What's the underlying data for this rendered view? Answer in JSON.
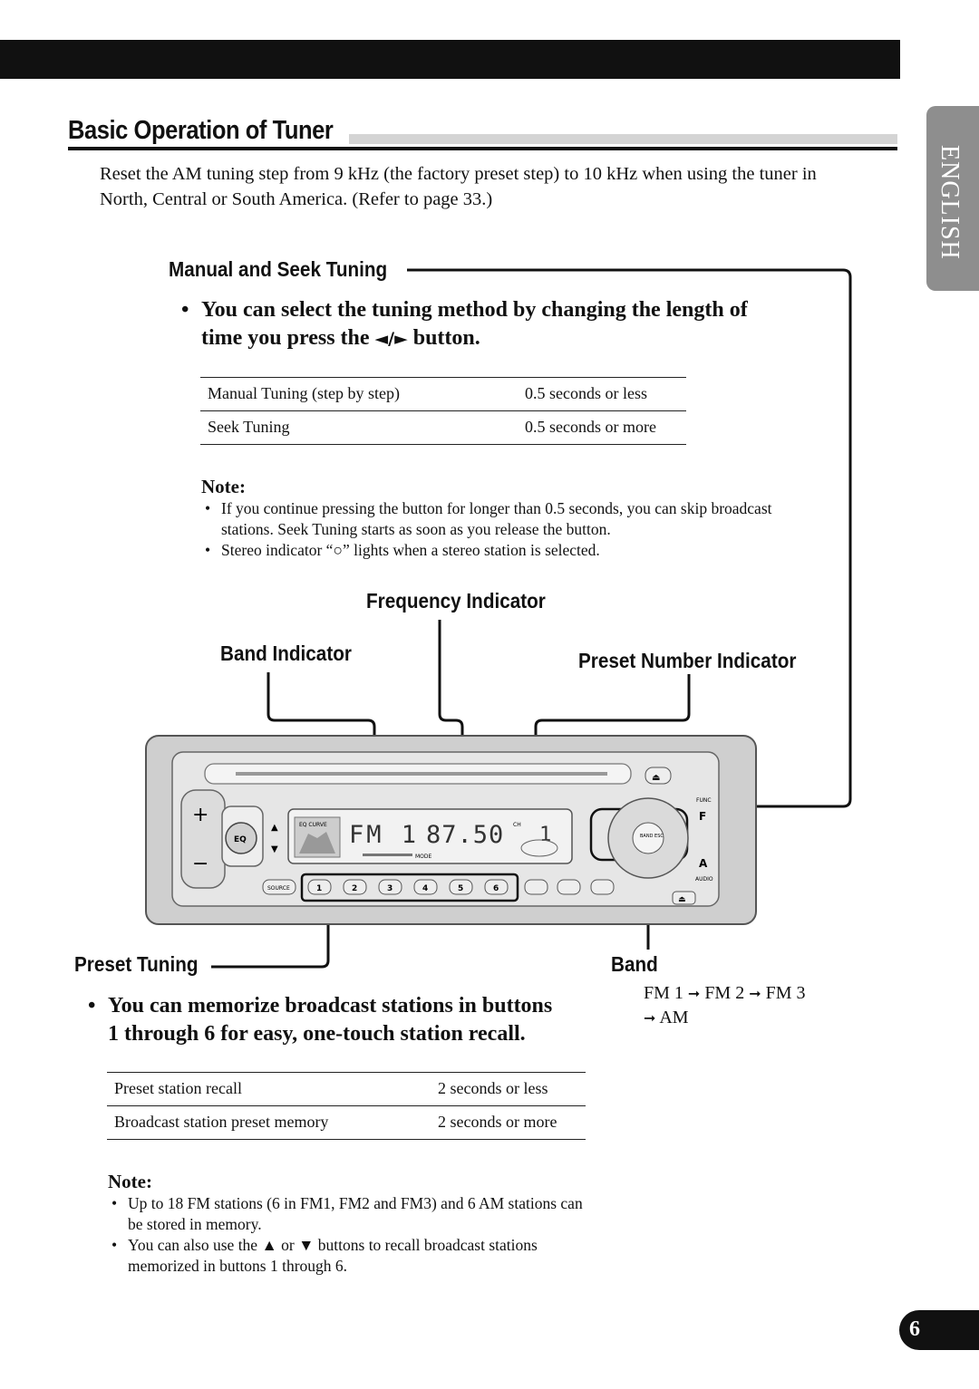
{
  "sidebar": {
    "language_tab": "ENGLISH"
  },
  "section": {
    "title": "Basic Operation of Tuner",
    "intro": "Reset the AM tuning step from 9 kHz (the factory preset step) to 10 kHz when using the tuner in North, Central or South America. (Refer to page 33.)"
  },
  "manual_seek": {
    "heading": "Manual and Seek Tuning",
    "bullet_line1": "You can select the tuning method by changing the length of",
    "bullet_line2_a": "time you press the ",
    "bullet_line2_glyph": "◄/►",
    "bullet_line2_b": " button.",
    "table": [
      {
        "method": "Manual Tuning (step by step)",
        "time": "0.5 seconds or less"
      },
      {
        "method": "Seek Tuning",
        "time": "0.5 seconds or more"
      }
    ],
    "note_heading": "Note:",
    "notes": [
      "If you continue pressing the button for longer than 0.5 seconds, you can skip broadcast stations. Seek Tuning starts as soon as you release the button.",
      "Stereo indicator “○” lights when a stereo station is selected."
    ]
  },
  "diagram": {
    "frequency_indicator": "Frequency Indicator",
    "band_indicator": "Band Indicator",
    "preset_number_indicator": "Preset Number Indicator",
    "display_band": "FM 1",
    "display_freq": "87.50",
    "display_preset": "1",
    "display_eq_label": "EQ CURVE",
    "display_mode": "MODE",
    "display_ch": "CH",
    "buttons": {
      "eq": "EQ",
      "source": "SOURCE",
      "presets": [
        "1",
        "2",
        "3",
        "4",
        "5",
        "6"
      ],
      "band_esc": "BAND ESC",
      "func": "FUNC",
      "audio": "AUDIO",
      "f": "F",
      "a": "A"
    }
  },
  "preset": {
    "heading": "Preset Tuning",
    "bullet_line1": "You can memorize broadcast stations in buttons",
    "bullet_line2": "1 through 6 for easy, one-touch station recall.",
    "table": [
      {
        "action": "Preset station recall",
        "time": "2 seconds or less"
      },
      {
        "action": "Broadcast station preset memory",
        "time": "2 seconds or more"
      }
    ],
    "note_heading": "Note:",
    "notes": [
      "Up to 18 FM stations (6 in FM1, FM2 and FM3) and 6 AM stations can be stored in memory.",
      "You can also use the ▲ or ▼ buttons to recall broadcast stations memorized in buttons 1 through 6."
    ]
  },
  "band": {
    "heading": "Band",
    "seq": [
      "FM 1",
      "FM 2",
      "FM 3",
      "AM"
    ],
    "arrow": "➞"
  },
  "page": {
    "number": "6"
  }
}
